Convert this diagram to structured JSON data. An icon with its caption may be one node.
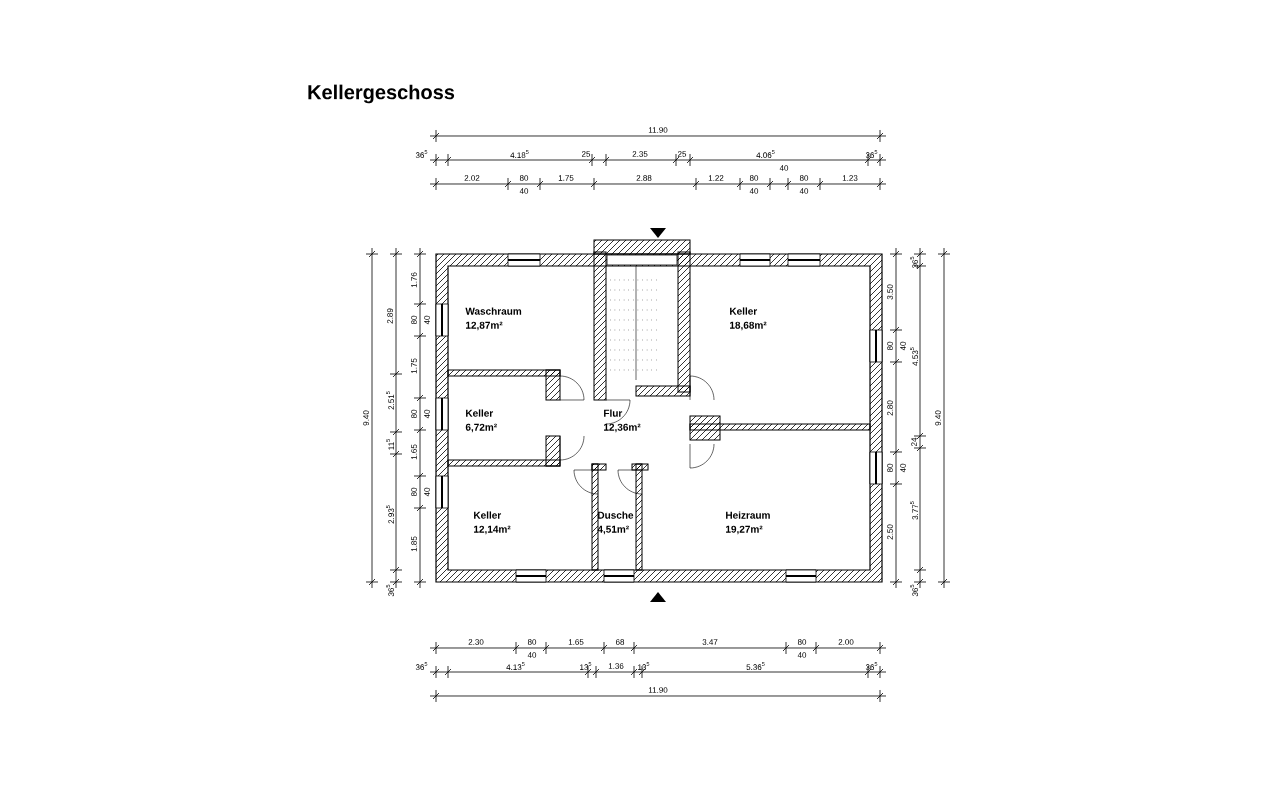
{
  "diagram": {
    "title": "Kellergeschoss",
    "nodes": [
      {
        "text": [
          "Waschraum",
          "12,87m²"
        ]
      },
      {
        "text": [
          "Keller",
          "18,68m²"
        ]
      },
      {
        "text": [
          "Keller",
          "6,72m²"
        ]
      },
      {
        "text": [
          "Flur",
          "12,36m²"
        ]
      },
      {
        "text": [
          "Keller",
          "12,14m²"
        ]
      },
      {
        "text": [
          "Dusche",
          "4,51m²"
        ]
      },
      {
        "text": [
          "Heizraum",
          "19,27m²"
        ]
      }
    ],
    "labels": [
      "11.90",
      "36$^{5}$",
      "4.18$^{5}$",
      "25",
      "2.35",
      "25",
      "4.06$^{5}$",
      "36$^{5}$",
      "40",
      "2.02",
      "80",
      "40",
      "1.75",
      "2.88",
      "1.22",
      "80",
      "40",
      "80",
      "40",
      "1.23",
      "9.40",
      "2.89",
      "2.51$^{5}$",
      "11$^{5}$",
      "2.93$^{5}$",
      "36$^{5}$",
      "1.76",
      "80",
      "40",
      "1.75",
      "80",
      "40",
      "1.65",
      "80",
      "40",
      "1.85",
      "3.50",
      "80",
      "40",
      "2.80",
      "80",
      "40",
      "2.50",
      "36$^{5}$",
      "4.53$^{5}$",
      "24",
      "3.77$^{5}$",
      "36$^{5}$",
      "9.40",
      "2.30",
      "80",
      "40",
      "1.65",
      "68",
      "3.47",
      "80",
      "40",
      "2.00",
      "36$^{5}$",
      "4.13$^{5}$",
      "13$^{5}$",
      "1.36",
      "13$^{5}$",
      "5.36$^{5}$",
      "36$^{5}$",
      "11.90"
    ]
  }
}
